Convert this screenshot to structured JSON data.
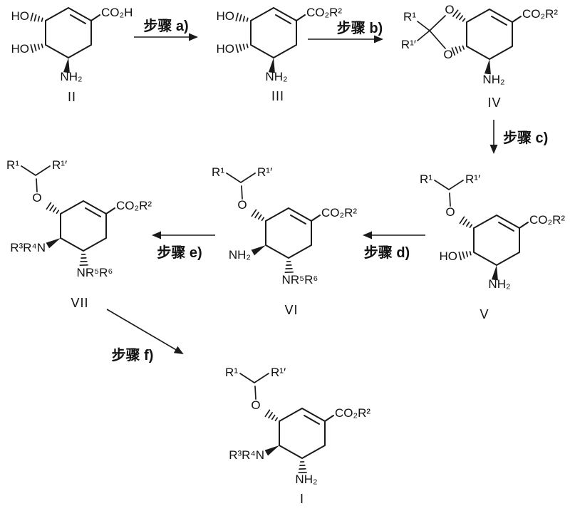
{
  "diagram": {
    "background": "#ffffff",
    "ink_color": "#1a1a1a",
    "structures": {
      "II": {
        "label": "II",
        "acid": "CO₂H",
        "ho_top": "HO",
        "ho_bottom": "HO",
        "amine": "NH₂"
      },
      "III": {
        "label": "III",
        "ester": "CO₂R²",
        "ho_top": "HO",
        "ho_bottom": "HO",
        "amine": "NH₂"
      },
      "IV": {
        "label": "IV",
        "ester": "CO₂R²",
        "r1": "R¹",
        "r1_prime": "R¹′",
        "o_top": "O",
        "o_bottom": "O",
        "amine": "NH₂"
      },
      "V": {
        "label": "V",
        "ester": "CO₂R²",
        "r1": "R¹",
        "r1_prime": "R¹′",
        "o": "O",
        "ho": "HO",
        "amine": "NH₂"
      },
      "VI": {
        "label": "VI",
        "ester": "CO₂R²",
        "r1": "R¹",
        "r1_prime": "R¹′",
        "o": "O",
        "amine": "NH₂",
        "amine2": "NR⁵R⁶"
      },
      "VII": {
        "label": "VII",
        "ester": "CO₂R²",
        "r1": "R¹",
        "r1_prime": "R¹′",
        "o": "O",
        "amine3": "R³R⁴N",
        "amine2": "NR⁵R⁶"
      },
      "I": {
        "label": "I",
        "ester": "CO₂R²",
        "r1": "R¹",
        "r1_prime": "R¹′",
        "o": "O",
        "amine3": "R³R⁴N",
        "amine": "NH₂"
      }
    },
    "steps": {
      "a": "步骤 a)",
      "b": "步骤 b)",
      "c": "步骤 c)",
      "d": "步骤 d)",
      "e": "步骤 e)",
      "f": "步骤 f)"
    }
  }
}
